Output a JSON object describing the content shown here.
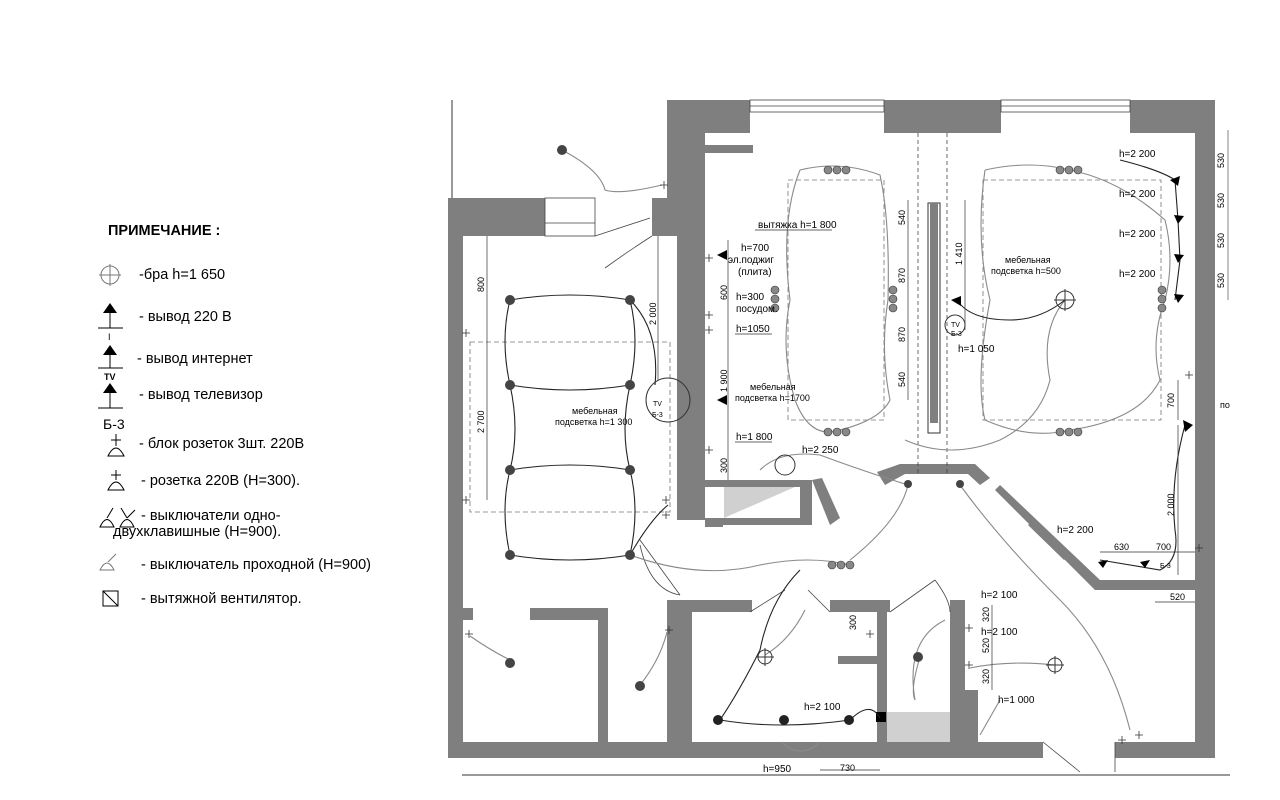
{
  "legend": {
    "title": "ПРИМЕЧАНИЕ :",
    "items": [
      {
        "icon": "wall-sconce-icon",
        "text": "-бра h=1 650"
      },
      {
        "icon": "power-outlet-icon",
        "text": "- вывод 220 В"
      },
      {
        "icon": "internet-outlet-icon",
        "text": "- вывод интернет",
        "tag": "I"
      },
      {
        "icon": "tv-outlet-icon",
        "text": "- вывод телевизор",
        "tag": "TV"
      },
      {
        "icon": "socket-block-icon",
        "text": "- блок розеток 3шт. 220В",
        "tag": "Б-3"
      },
      {
        "icon": "socket-icon",
        "text": "-  розетка 220В (Н=300)."
      },
      {
        "icon": "switch-icon",
        "text": "-  выключатели одно-",
        "text2": "двухклавишные (Н=900)."
      },
      {
        "icon": "pass-switch-icon",
        "text": "-  выключатель проходной (Н=900)"
      },
      {
        "icon": "exhaust-fan-icon",
        "text": "-  вытяжной вентилятор."
      }
    ]
  },
  "plan": {
    "labels": {
      "hood": "вытяжка h=1 800",
      "h700": "h=700",
      "ignition1": "эл.поджиг",
      "ignition2": "(плита)",
      "h300": "h=300",
      "dishwasher": "посудом.",
      "h1050": "h=1050",
      "furn1_a": "мебельная",
      "furn1_b": "подсветка h=1700",
      "h1800": "h=1 800",
      "h2250": "h=2 250",
      "furn2_a": "мебельная",
      "furn2_b": "подсветка h=1 300",
      "furn3_a": "мебельная",
      "furn3_b": "подсветка h=500",
      "h1050b": "h=1 050",
      "h2200_1": "h=2 200",
      "h2200_2": "h=2 200",
      "h2200_3": "h=2 200",
      "h2200_4": "h=2 200",
      "h2200_5": "h=2 200",
      "h2100_1": "h=2 100",
      "h2100_2": "h=2 100",
      "h2100_3": "h=2 100",
      "h1000": "h=1 000",
      "h950": "h=950",
      "tv": "TV",
      "b3": "Б-3",
      "cut": "по"
    },
    "dims": {
      "d800": "800",
      "d2000a": "2 000",
      "d2700": "2 700",
      "d600": "600",
      "d1900": "1 900",
      "d300a": "300",
      "d540a": "540",
      "d870a": "870",
      "d870b": "870",
      "d540b": "540",
      "d1410": "1 410",
      "d530a": "530",
      "d530b": "530",
      "d530c": "530",
      "d530d": "530",
      "d700a": "700",
      "d2000b": "2 000",
      "d630": "630",
      "d700b": "700",
      "d520": "520",
      "d300b": "300",
      "d320a": "320",
      "d520b": "520",
      "d320b": "320",
      "d730": "730"
    }
  }
}
